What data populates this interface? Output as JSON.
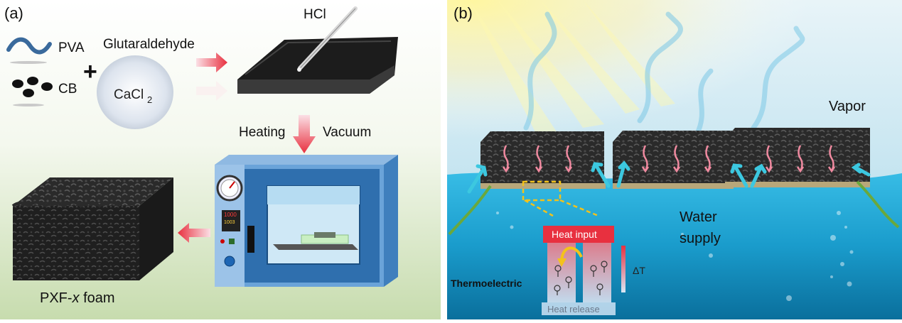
{
  "panel_a": {
    "label": "(a)",
    "pva": "PVA",
    "cb": "CB",
    "plus": "+",
    "glutaraldehyde": "Glutaraldehyde",
    "cacl2_main": "CaCl",
    "cacl2_sub": "2",
    "hcl": "HCl",
    "heating": "Heating",
    "vacuum": "Vacuum",
    "product_prefix": "PXF-",
    "product_x": "x",
    "product_suffix": " foam",
    "display_top": "1000",
    "display_bottom": "1003"
  },
  "panel_b": {
    "label": "(b)",
    "vapor": "Vapor",
    "water_line1": "Water",
    "water_line2": "supply",
    "heat_input": "Heat input",
    "heat_release": "Heat release",
    "thermoelectric": "Thermoelectric",
    "delta_t": "ΔT"
  },
  "colors": {
    "panel_a_bg_top": "#ffffff",
    "panel_a_bg_bottom": "#c8ddb0",
    "water_blue": "#1fa8d8",
    "sky": "#cfe9f5",
    "heat_red": "#e8303f",
    "oven_blue": "#5b9bd5",
    "arrow_pink": "#f08aa0",
    "teal_arrow": "#3cc8e0"
  }
}
